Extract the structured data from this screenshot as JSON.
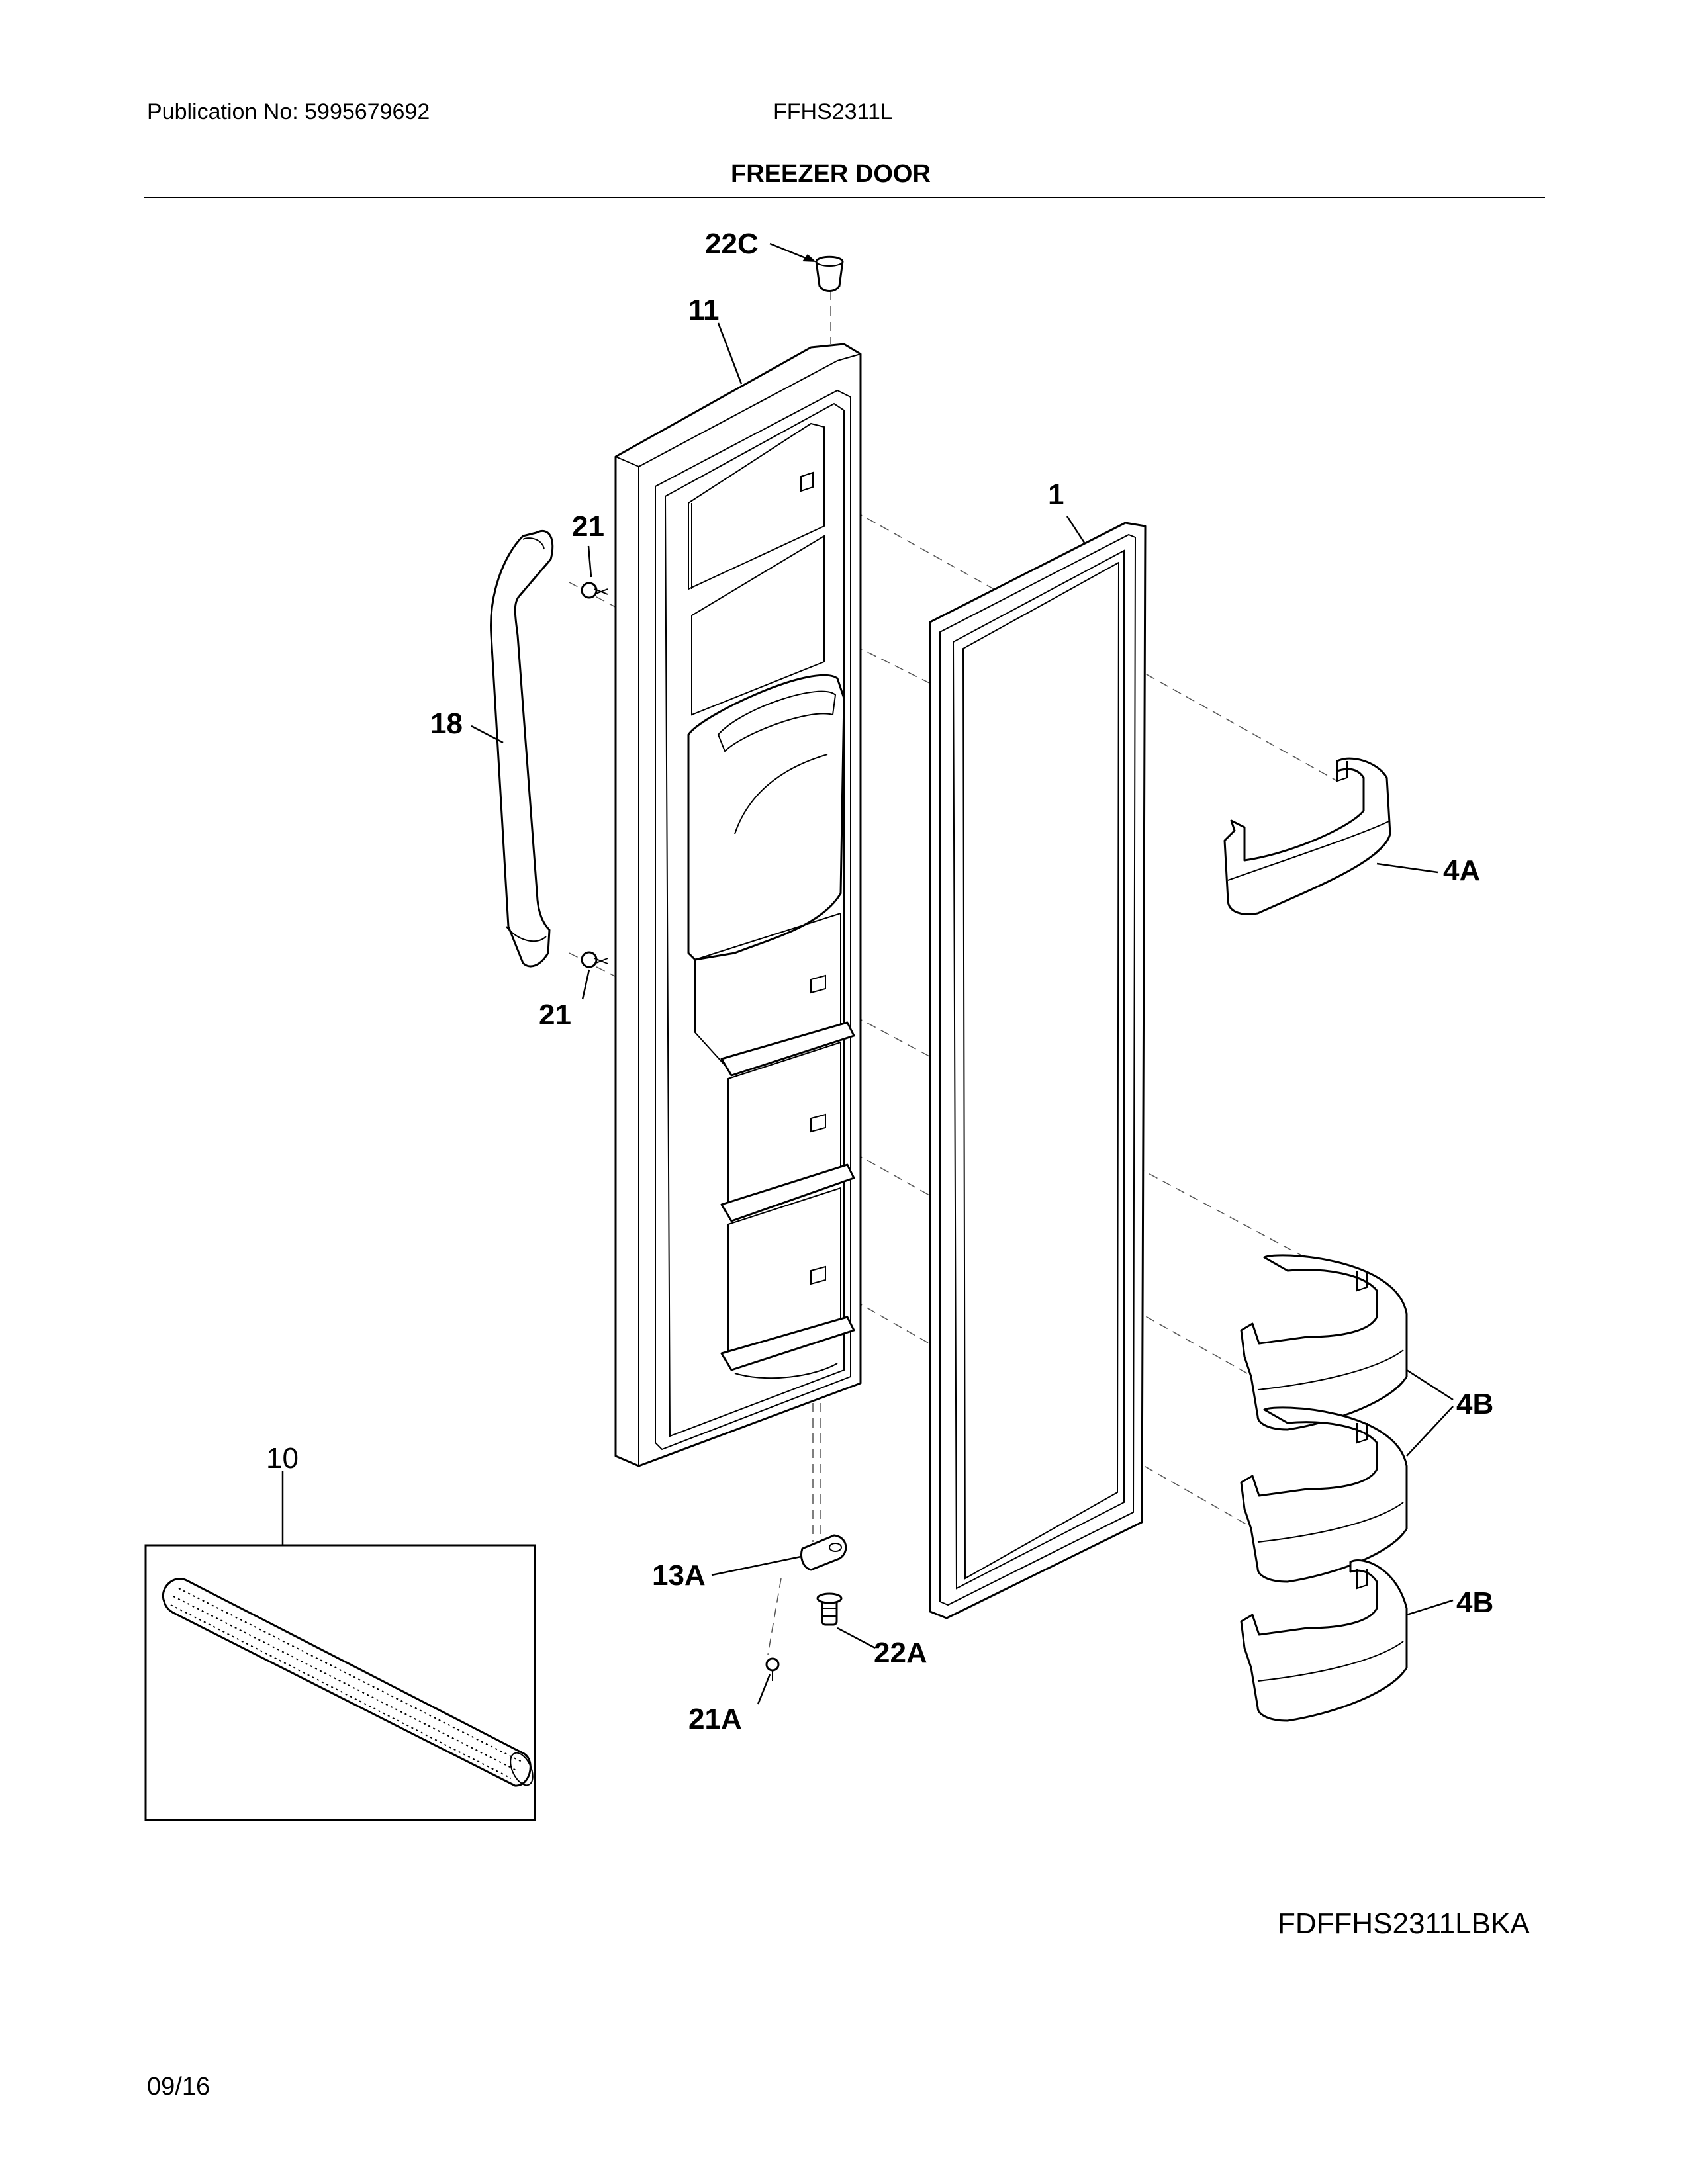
{
  "header": {
    "publication": "Publication No: 5995679692",
    "model": "FFHS2311L",
    "title": "FREEZER DOOR"
  },
  "footer": {
    "code": "FDFFHS2311LBKA",
    "date": "09/16"
  },
  "callouts": {
    "c22C": "22C",
    "c11": "11",
    "c1": "1",
    "c21_top": "21",
    "c18": "18",
    "c4A": "4A",
    "c21_bottom": "21",
    "c10": "10",
    "c4B_top": "4B",
    "c13A": "13A",
    "c22A": "22A",
    "c21A": "21A",
    "c4B_bottom": "4B"
  }
}
